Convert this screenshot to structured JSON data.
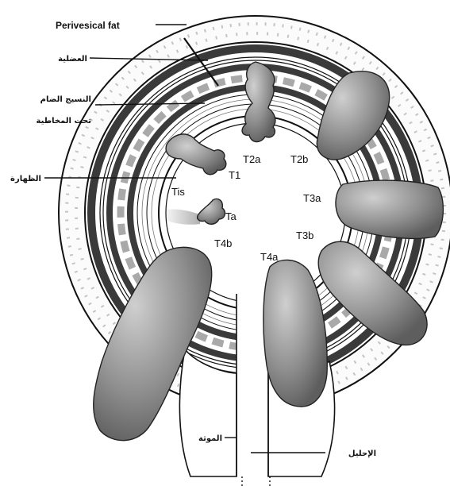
{
  "layers": {
    "perivesical_fat": "Perivesical fat",
    "muscle": "العضلية",
    "lamina_propria_line1": "النسيج الضام",
    "lamina_propria_line2": "تحت المخاطية",
    "urothelium": "الظهارة",
    "prostate": "الموثة",
    "urethra": "الإحليل"
  },
  "stages": {
    "t2a": "T2a",
    "t2b": "T2b",
    "t1": "T1",
    "tis": "Tis",
    "t3a": "T3a",
    "ta": "Ta",
    "t3b": "T3b",
    "t4b": "T4b",
    "t4a": "T4a"
  },
  "colors": {
    "tumor": "#8a8a8a",
    "tumor_light": "#b8b8b8",
    "fat_dots": "#bdbdbd",
    "muscle_band": "#3a3a3a",
    "outline": "#111111"
  }
}
